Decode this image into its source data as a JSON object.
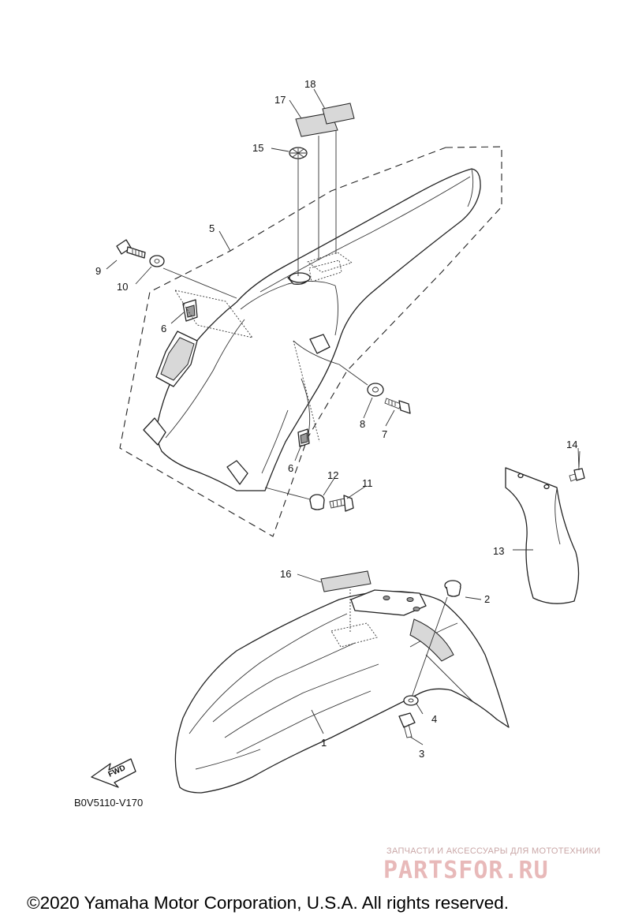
{
  "callouts": [
    {
      "id": "c1",
      "label": "1"
    },
    {
      "id": "c2",
      "label": "2"
    },
    {
      "id": "c3",
      "label": "3"
    },
    {
      "id": "c4",
      "label": "4"
    },
    {
      "id": "c5",
      "label": "5"
    },
    {
      "id": "c6a",
      "label": "6"
    },
    {
      "id": "c6b",
      "label": "6"
    },
    {
      "id": "c7",
      "label": "7"
    },
    {
      "id": "c8",
      "label": "8"
    },
    {
      "id": "c9",
      "label": "9"
    },
    {
      "id": "c10",
      "label": "10"
    },
    {
      "id": "c11",
      "label": "11"
    },
    {
      "id": "c12",
      "label": "12"
    },
    {
      "id": "c13",
      "label": "13"
    },
    {
      "id": "c14",
      "label": "14"
    },
    {
      "id": "c15",
      "label": "15"
    },
    {
      "id": "c16",
      "label": "16"
    },
    {
      "id": "c17",
      "label": "17"
    },
    {
      "id": "c18",
      "label": "18"
    }
  ],
  "fwd_label": "FWD",
  "diagram_code": "B0V5110-V170",
  "watermark": {
    "tagline": "ЗАПЧАСТИ И АКСЕССУАРЫ ДЛЯ МОТОТЕХНИКИ",
    "brand": "PARTSFOR.RU"
  },
  "copyright": "©2020 Yamaha Motor Corporation, U.S.A. All rights reserved."
}
